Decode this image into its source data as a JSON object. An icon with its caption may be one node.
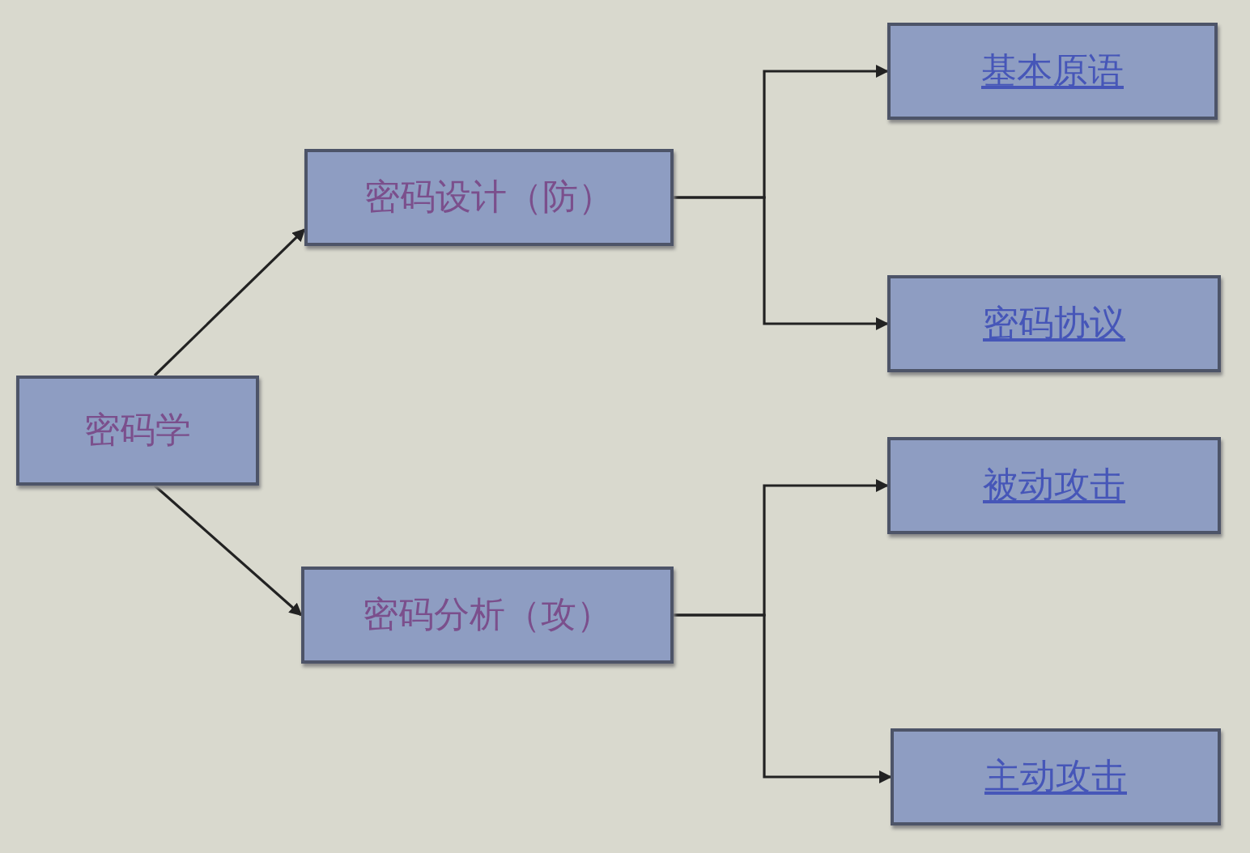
{
  "diagram": {
    "nodes": [
      {
        "text": [
          "密码学"
        ]
      },
      {
        "text": [
          "密码设计（防）"
        ]
      },
      {
        "text": [
          "密码分析（攻）"
        ]
      },
      {
        "text": [
          "基本原语"
        ]
      },
      {
        "text": [
          "密码协议"
        ]
      },
      {
        "text": [
          "被动攻击"
        ]
      },
      {
        "text": [
          "主动攻击"
        ]
      }
    ],
    "edges": [
      {
        "from": 0,
        "to": 1,
        "arrow": "to"
      },
      {
        "from": 0,
        "to": 2,
        "arrow": "to"
      },
      {
        "from": 1,
        "to": 3,
        "arrow": "to"
      },
      {
        "from": 1,
        "to": 4,
        "arrow": "to"
      },
      {
        "from": 2,
        "to": 5,
        "arrow": "to"
      },
      {
        "from": 2,
        "to": 6,
        "arrow": "to"
      }
    ]
  }
}
